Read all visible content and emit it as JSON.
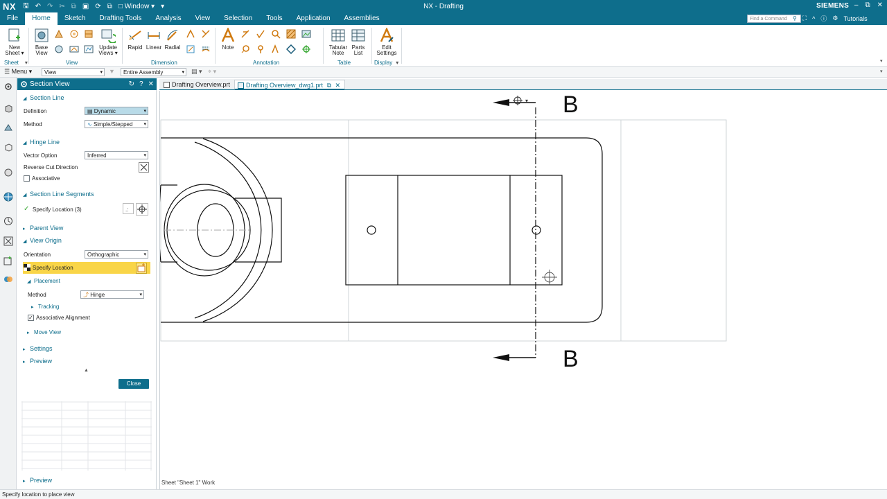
{
  "app": {
    "logo": "NX",
    "window_menu": "Window",
    "title": "NX - Drafting",
    "brand": "SIEMENS"
  },
  "ribbon_tabs": [
    "File",
    "Home",
    "Sketch",
    "Drafting Tools",
    "Analysis",
    "View",
    "Selection",
    "Tools",
    "Application",
    "Assemblies"
  ],
  "command_finder": {
    "placeholder": "Find a Command"
  },
  "tutorials": "Tutorials",
  "ribbon": {
    "new_sheet": [
      "New",
      "Sheet"
    ],
    "base_view": [
      "Base",
      "View"
    ],
    "update_views": [
      "Update",
      "Views"
    ],
    "rapid": "Rapid",
    "linear": "Linear",
    "radial": "Radial",
    "note": "Note",
    "tabular_note": [
      "Tabular",
      "Note"
    ],
    "parts_list": [
      "Parts",
      "List"
    ],
    "edit_settings": [
      "Edit",
      "Settings"
    ],
    "groups": {
      "sheet": "Sheet",
      "view": "View",
      "dimension": "Dimension",
      "annotation": "Annotation",
      "table": "Table",
      "display": "Display"
    }
  },
  "toolbar": {
    "menu": "Menu",
    "selection_filter": "View",
    "scope": "Entire Assembly"
  },
  "dialog": {
    "title": "Section View",
    "section_line": "Section Line",
    "definition_label": "Definition",
    "definition_value": "Dynamic",
    "method_label": "Method",
    "method_value": "Simple/Stepped",
    "hinge_line": "Hinge Line",
    "vector_option_label": "Vector Option",
    "vector_option_value": "Inferred",
    "reverse_cut": "Reverse Cut Direction",
    "associative": "Associative",
    "segments": "Section Line Segments",
    "specify_location_segments": "Specify Location (3)",
    "parent_view": "Parent View",
    "view_origin": "View Origin",
    "orientation_label": "Orientation",
    "orientation_value": "Orthographic",
    "specify_location": "Specify Location",
    "placement": "Placement",
    "placement_method_label": "Method",
    "placement_method_value": "Hinge",
    "tracking": "Tracking",
    "associative_alignment": "Associative Alignment",
    "move_view": "Move View",
    "settings": "Settings",
    "preview": "Preview",
    "close": "Close",
    "preview_bottom": "Preview"
  },
  "doc_tabs": [
    "Drafting Overview.prt",
    "Drafting Overview_dwg1.prt"
  ],
  "drawing": {
    "section_letter_top": "B",
    "section_letter_bottom": "B",
    "sheet_status": "Sheet \"Sheet 1\" Work"
  },
  "status": "Specify location to place view",
  "colors": {
    "accent": "#0e6e8c",
    "highlight": "#f9d548",
    "check": "#3aa935"
  }
}
